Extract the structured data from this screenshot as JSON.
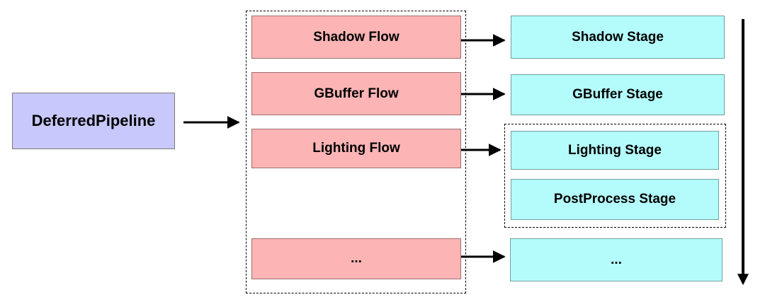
{
  "pipeline": {
    "label": "DeferredPipeline"
  },
  "flows": [
    "Shadow Flow",
    "GBuffer Flow",
    "Lighting Flow",
    "..."
  ],
  "stages": {
    "shadow": "Shadow Stage",
    "gbuffer": "GBuffer Stage",
    "lighting": "Lighting Stage",
    "postprocess": "PostProcess Stage",
    "more": "..."
  },
  "colors": {
    "pipeline": "#c8c8fc",
    "flow": "#fcb4b4",
    "stage": "#b4fcfc"
  }
}
